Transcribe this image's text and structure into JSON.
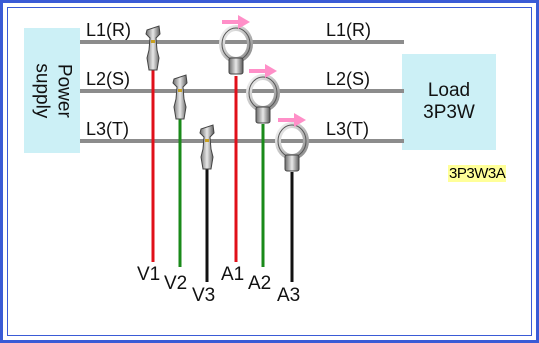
{
  "power_supply": {
    "line1": "Power",
    "line2": "supply"
  },
  "load": {
    "line1": "Load",
    "line2": "3P3W"
  },
  "lines_left": [
    "L1(R)",
    "L2(S)",
    "L3(T)"
  ],
  "lines_right": [
    "L1(R)",
    "L2(S)",
    "L3(T)"
  ],
  "probes": [
    "V1",
    "V2",
    "V3",
    "A1",
    "A2",
    "A3"
  ],
  "wiring_mode": "3P3W3A",
  "colors": {
    "frame": "#3a5bd6",
    "box_fill": "#ccf0f6",
    "line": "#8c8c8c",
    "probe_red": "#e0101a",
    "probe_green": "#1a8a1a",
    "probe_black": "#111111",
    "arrow": "#ff8fc8",
    "mode_highlight": "#ffff99"
  }
}
